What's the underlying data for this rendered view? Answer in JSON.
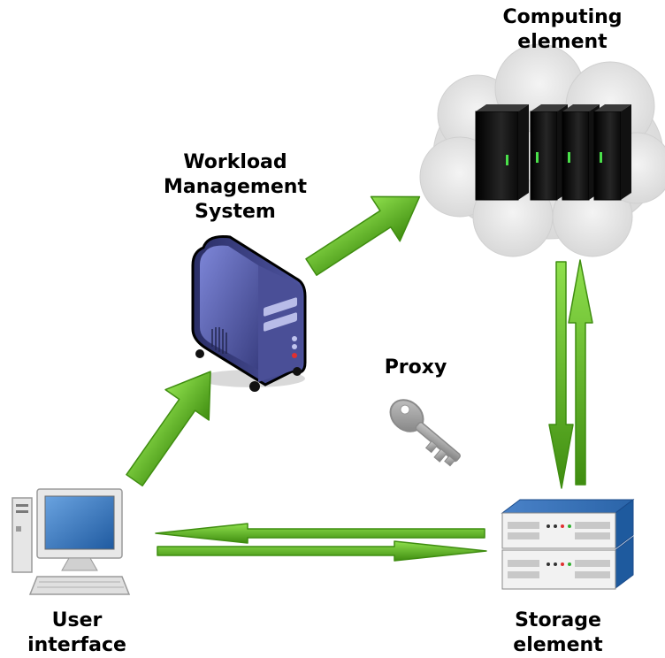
{
  "nodes": {
    "computing_element": {
      "line1": "Computing",
      "line2": "element"
    },
    "workload_management": {
      "line1": "Workload",
      "line2": "Management",
      "line3": "System"
    },
    "proxy": {
      "label": "Proxy"
    },
    "user_interface": {
      "line1": "User",
      "line2": "interface"
    },
    "storage_element": {
      "line1": "Storage",
      "line2": "element"
    }
  },
  "icons": {
    "computing_element": "server-rack-cloud-icon",
    "workload_management": "tower-server-icon",
    "proxy": "key-icon",
    "user_interface": "desktop-computer-icon",
    "storage_element": "storage-array-icon"
  },
  "edges": [
    {
      "from": "user_interface",
      "to": "workload_management"
    },
    {
      "from": "workload_management",
      "to": "computing_element"
    },
    {
      "from": "computing_element",
      "to": "storage_element"
    },
    {
      "from": "storage_element",
      "to": "computing_element"
    },
    {
      "from": "storage_element",
      "to": "user_interface"
    },
    {
      "from": "user_interface",
      "to": "storage_element"
    }
  ],
  "colors": {
    "arrow_green": "#5cb91f",
    "arrow_dark": "#3f8d10",
    "server_blue": "#4a4f97",
    "cloud_gray": "#e4e4e4",
    "storage_blue": "#1e5a9e"
  }
}
